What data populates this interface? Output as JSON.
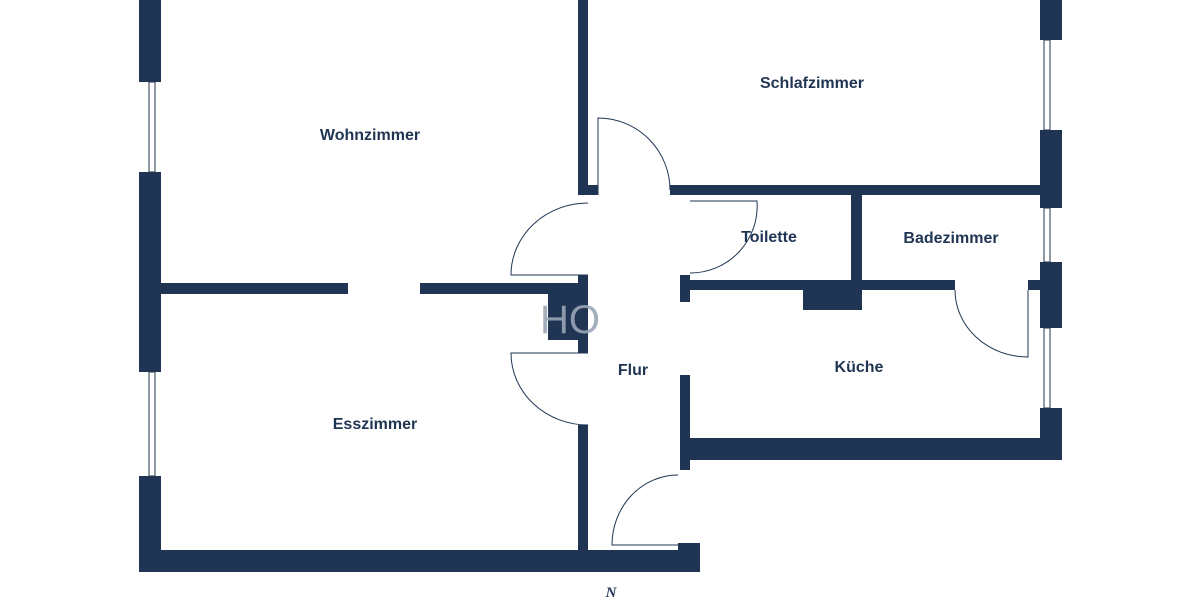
{
  "colors": {
    "wall": "#1f3553",
    "background": "#ffffff"
  },
  "rooms": [
    {
      "name": "Wohnzimmer"
    },
    {
      "name": "Schlafzimmer"
    },
    {
      "name": "Toilette"
    },
    {
      "name": "Badezimmer"
    },
    {
      "name": "Flur"
    },
    {
      "name": "Küche"
    },
    {
      "name": "Esszimmer"
    }
  ],
  "compass": "N",
  "watermark": "HO"
}
